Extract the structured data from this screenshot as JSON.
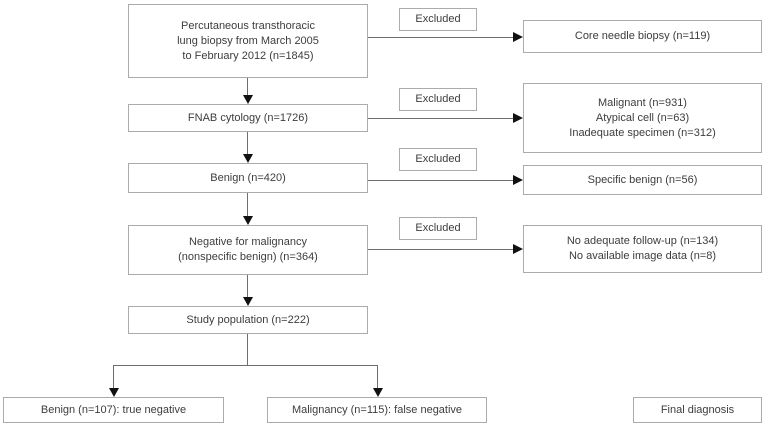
{
  "flowchart": {
    "main": [
      {
        "label": "Percutaneous transthoracic\nlung biopsy from March 2005\nto February 2012 (n=1845)"
      },
      {
        "label": "FNAB cytology (n=1726)"
      },
      {
        "label": "Benign (n=420)"
      },
      {
        "label": "Negative for malignancy\n(nonspecific benign) (n=364)"
      },
      {
        "label": "Study population (n=222)"
      }
    ],
    "excluded_label": "Excluded",
    "exclusions": [
      {
        "label": "Core needle biopsy (n=119)"
      },
      {
        "label": "Malignant (n=931)\nAtypical cell (n=63)\nInadequate specimen (n=312)"
      },
      {
        "label": "Specific benign (n=56)"
      },
      {
        "label": "No adequate follow-up (n=134)\nNo available image data (n=8)"
      }
    ],
    "outcomes": [
      {
        "label": "Benign (n=107): true negative"
      },
      {
        "label": "Malignancy (n=115): false negative"
      },
      {
        "label": "Final diagnosis"
      }
    ],
    "colors": {
      "background": "#ffffff",
      "box_border": "#ababab",
      "text": "#3d3d3d",
      "line": "#6e6e6e",
      "arrowhead": "#111111"
    }
  }
}
